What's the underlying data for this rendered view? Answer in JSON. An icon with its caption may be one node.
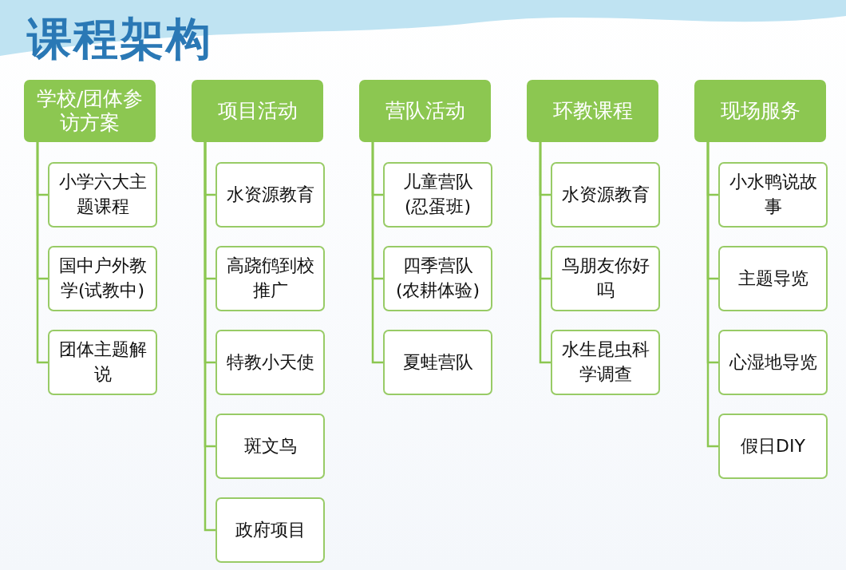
{
  "diagram": {
    "title": "课程架构",
    "nodes": [
      {
        "text": [
          "学校/团体参访方案"
        ]
      },
      {
        "text": [
          "小学六大主题课程"
        ]
      },
      {
        "text": [
          "国中户外教学(试教中)"
        ]
      },
      {
        "text": [
          "团体主题解说"
        ]
      },
      {
        "text": [
          "项目活动"
        ]
      },
      {
        "text": [
          "水资源教育"
        ]
      },
      {
        "text": [
          "高跷鸻到校推广"
        ]
      },
      {
        "text": [
          "特教小天使"
        ]
      },
      {
        "text": [
          "斑文鸟"
        ]
      },
      {
        "text": [
          "政府项目"
        ]
      },
      {
        "text": [
          "营队活动"
        ]
      },
      {
        "text": [
          "儿童营队(忍蛋班)"
        ]
      },
      {
        "text": [
          "四季营队(农耕体验)"
        ]
      },
      {
        "text": [
          "夏蛙营队"
        ]
      },
      {
        "text": [
          "环教课程"
        ]
      },
      {
        "text": [
          "水资源教育"
        ]
      },
      {
        "text": [
          "鸟朋友你好吗"
        ]
      },
      {
        "text": [
          "水生昆虫科学调查"
        ]
      },
      {
        "text": [
          "现场服务"
        ]
      },
      {
        "text": [
          "小水鸭说故事"
        ]
      },
      {
        "text": [
          "主题导览"
        ]
      },
      {
        "text": [
          "心湿地导览"
        ]
      },
      {
        "text": [
          "假日DIY"
        ]
      }
    ],
    "edges": [
      {
        "from": 0,
        "to": 1,
        "arrow": "none"
      },
      {
        "from": 0,
        "to": 2,
        "arrow": "none"
      },
      {
        "from": 0,
        "to": 3,
        "arrow": "none"
      },
      {
        "from": 4,
        "to": 5,
        "arrow": "none"
      },
      {
        "from": 4,
        "to": 6,
        "arrow": "none"
      },
      {
        "from": 4,
        "to": 7,
        "arrow": "none"
      },
      {
        "from": 4,
        "to": 8,
        "arrow": "none"
      },
      {
        "from": 4,
        "to": 9,
        "arrow": "none"
      },
      {
        "from": 10,
        "to": 11,
        "arrow": "none"
      },
      {
        "from": 10,
        "to": 12,
        "arrow": "none"
      },
      {
        "from": 10,
        "to": 13,
        "arrow": "none"
      },
      {
        "from": 14,
        "to": 15,
        "arrow": "none"
      },
      {
        "from": 14,
        "to": 16,
        "arrow": "none"
      },
      {
        "from": 14,
        "to": 17,
        "arrow": "none"
      },
      {
        "from": 18,
        "to": 19,
        "arrow": "none"
      },
      {
        "from": 18,
        "to": 20,
        "arrow": "none"
      },
      {
        "from": 18,
        "to": 21,
        "arrow": "none"
      },
      {
        "from": 18,
        "to": 22,
        "arrow": "none"
      }
    ]
  }
}
